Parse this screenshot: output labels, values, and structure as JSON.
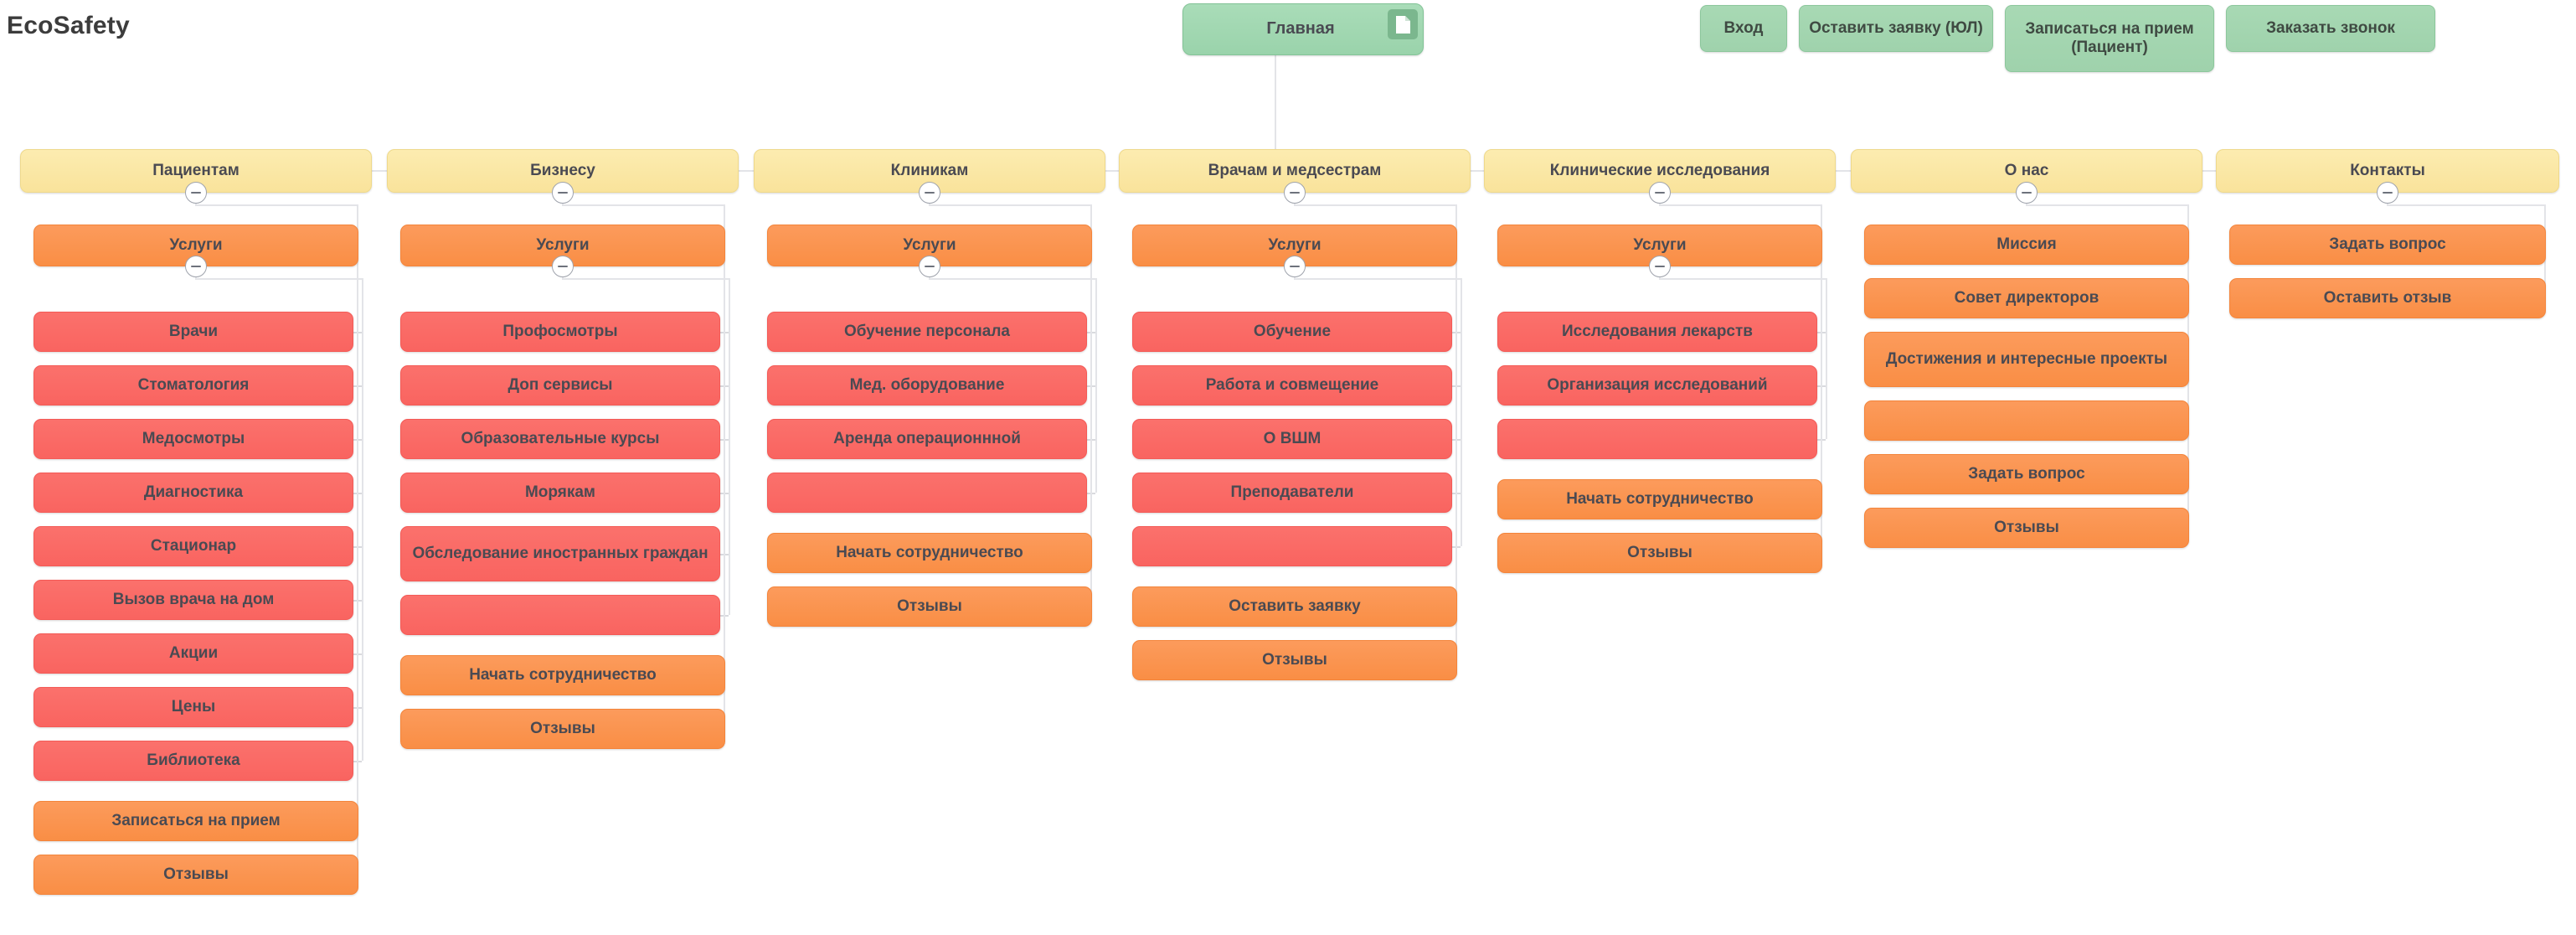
{
  "brand": "EcoSafety",
  "colors": {
    "green": "#a3d6b2",
    "yellow": "#fbe9a8",
    "orange": "#fa9352",
    "red": "#fa6a66",
    "connector": "#e3e4e8",
    "text": "#4a4a52"
  },
  "root": {
    "label": "Главная",
    "icon": "document-icon"
  },
  "top_actions": [
    {
      "label": "Вход"
    },
    {
      "label": "Оставить заявку (ЮЛ)"
    },
    {
      "label": "Записаться на прием (Пациент)"
    },
    {
      "label": "Заказать звонок"
    }
  ],
  "columns": [
    {
      "id": "patients",
      "label": "Пациентам",
      "services": {
        "label": "Услуги",
        "children": [
          {
            "label": "Врачи"
          },
          {
            "label": "Стоматология"
          },
          {
            "label": "Медосмотры"
          },
          {
            "label": "Диагностика"
          },
          {
            "label": "Стационар"
          },
          {
            "label": "Вызов врача на дом"
          },
          {
            "label": "Акции"
          },
          {
            "label": "Цены"
          },
          {
            "label": "Библиотека"
          }
        ]
      },
      "extras": [
        {
          "label": "Записаться на прием"
        },
        {
          "label": "Отзывы"
        }
      ]
    },
    {
      "id": "business",
      "label": "Бизнесу",
      "services": {
        "label": "Услуги",
        "children": [
          {
            "label": "Профосмотры"
          },
          {
            "label": "Доп сервисы"
          },
          {
            "label": "Образовательные курсы"
          },
          {
            "label": "Морякам"
          },
          {
            "label": "Обследование иностранных граждан"
          },
          {
            "label": ""
          }
        ]
      },
      "extras": [
        {
          "label": "Начать сотрудничество"
        },
        {
          "label": "Отзывы"
        }
      ]
    },
    {
      "id": "clinics",
      "label": "Клиникам",
      "services": {
        "label": "Услуги",
        "children": [
          {
            "label": "Обучение персонала"
          },
          {
            "label": "Мед. оборудование"
          },
          {
            "label": "Аренда операционнной"
          },
          {
            "label": ""
          }
        ]
      },
      "extras": [
        {
          "label": "Начать сотрудничество"
        },
        {
          "label": "Отзывы"
        }
      ]
    },
    {
      "id": "doctors",
      "label": "Врачам и медсестрам",
      "services": {
        "label": "Услуги",
        "children": [
          {
            "label": "Обучение"
          },
          {
            "label": "Работа и совмещение"
          },
          {
            "label": "О ВШМ"
          },
          {
            "label": "Преподаватели"
          },
          {
            "label": ""
          }
        ]
      },
      "extras": [
        {
          "label": "Оставить заявку"
        },
        {
          "label": "Отзывы"
        }
      ]
    },
    {
      "id": "research",
      "label": "Клинические исследования",
      "services": {
        "label": "Услуги",
        "children": [
          {
            "label": "Исследования лекарств"
          },
          {
            "label": "Организация исследований"
          },
          {
            "label": ""
          }
        ]
      },
      "extras": [
        {
          "label": "Начать сотрудничество"
        },
        {
          "label": "Отзывы"
        }
      ]
    },
    {
      "id": "about",
      "label": "О нас",
      "services": null,
      "extras": [
        {
          "label": "Миссия"
        },
        {
          "label": "Совет директоров"
        },
        {
          "label": "Достижения и интересные проекты"
        },
        {
          "label": ""
        },
        {
          "label": "Задать вопрос"
        },
        {
          "label": "Отзывы"
        }
      ]
    },
    {
      "id": "contacts",
      "label": "Контакты",
      "services": null,
      "extras": [
        {
          "label": "Задать вопрос"
        },
        {
          "label": "Оставить отзыв"
        }
      ]
    }
  ]
}
